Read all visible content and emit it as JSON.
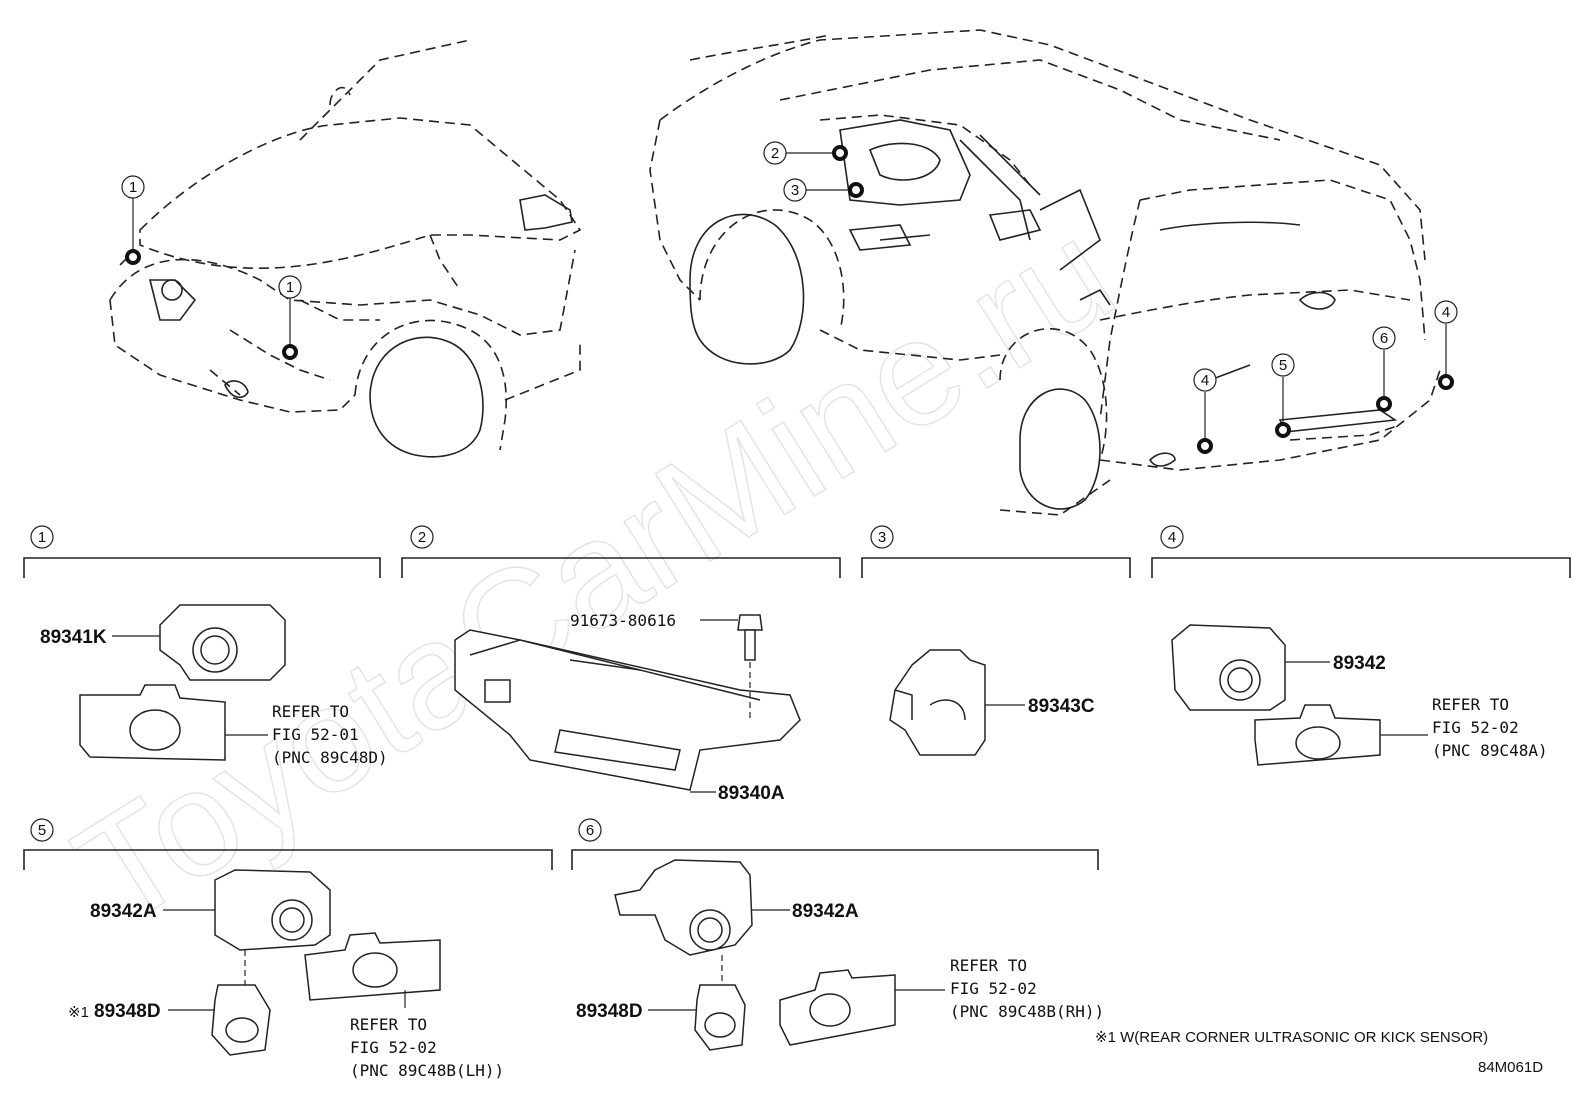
{
  "watermark": "ToyotaCarMine.ru",
  "diagram_code": "84M061D",
  "footnote": "※1 W(REAR CORNER ULTRASONIC OR KICK SENSOR)",
  "callouts": [
    "1",
    "2",
    "3",
    "4",
    "5",
    "6"
  ],
  "sections": {
    "s1": {
      "num": "1",
      "part": "89341K",
      "ref1": "REFER TO",
      "ref2": "FIG 52-01",
      "ref3": "(PNC 89C48D)"
    },
    "s2": {
      "num": "2",
      "bolt": "91673-80616",
      "part": "89340A"
    },
    "s3": {
      "num": "3",
      "part": "89343C"
    },
    "s4": {
      "num": "4",
      "part": "89342",
      "ref1": "REFER TO",
      "ref2": "FIG 52-02",
      "ref3": "(PNC 89C48A)"
    },
    "s5": {
      "num": "5",
      "part": "89342A",
      "prefix": "※1",
      "part2": "89348D",
      "ref1": "REFER TO",
      "ref2": "FIG 52-02",
      "ref3": "(PNC 89C48B(LH))"
    },
    "s6": {
      "num": "6",
      "part": "89342A",
      "part2": "89348D",
      "ref1": "REFER TO",
      "ref2": "FIG 52-02",
      "ref3": "(PNC 89C48B(RH))"
    }
  }
}
